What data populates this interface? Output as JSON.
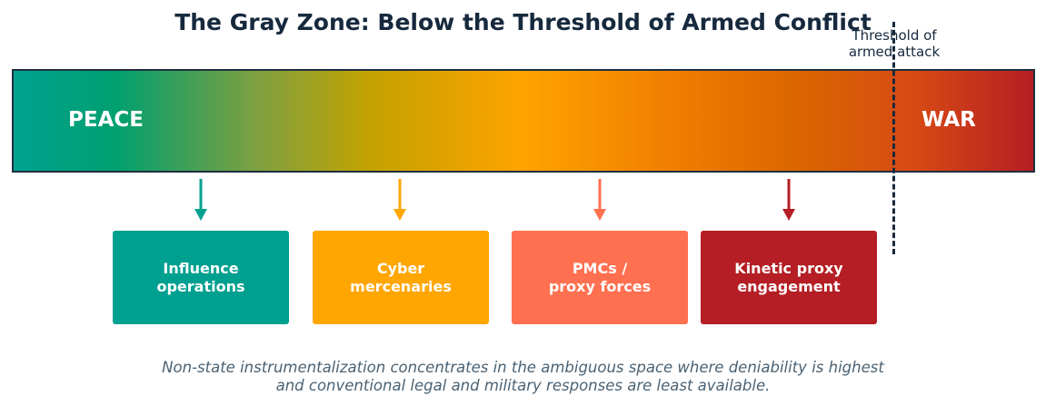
{
  "title": "The Gray Zone: Below the Threshold of Armed Conflict",
  "spectrum": {
    "left_label": "PEACE",
    "right_label": "WAR",
    "threshold_label": "Threshold of\narmed attack"
  },
  "boxes": [
    {
      "label": "Influence\noperations",
      "color": "#00a090"
    },
    {
      "label": "Cyber\nmercenaries",
      "color": "#ffa600"
    },
    {
      "label": "PMCs /\nproxy forces",
      "color": "#ff7050"
    },
    {
      "label": "Kinetic proxy\nengagement",
      "color": "#b41e24"
    }
  ],
  "caption": "Non-state instrumentalization concentrates in the ambiguous space where deniability is highest\nand conventional legal and military responses are least available."
}
